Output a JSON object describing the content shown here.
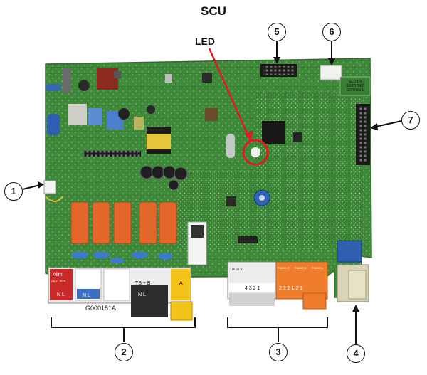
{
  "title": "SCU",
  "led_label": "LED",
  "callouts": [
    "1",
    "2",
    "3",
    "4",
    "5",
    "6",
    "7"
  ],
  "part_code": "G000151A",
  "board_tag": [
    "SCU D4",
    "300017865",
    "EDITION 1"
  ],
  "terminal_labels": {
    "alim": "Alim",
    "alim_sub": "230 V ~ 50 Hz",
    "rail_a": "N L",
    "rail_b": "N L",
    "ts_b": "TS + B",
    "rail_c": "N L",
    "rail_d": "A",
    "sensor_voltage": "0-10 V",
    "sensor_digits": "4 3 2 1",
    "samb_c": "S AMB C",
    "samb_b": "S AMB B",
    "samb_a": "S AMB A",
    "samb_digits": "2 1 2 1 2 1"
  },
  "colors": {
    "pcb": "#3f8a3a",
    "relay": "#e3672a",
    "terminal_red": "#c92b2b",
    "terminal_blue": "#3a6fc2",
    "terminal_yellow": "#f2c318",
    "terminal_orange": "#f07d2c",
    "led_ring": "#e21b1b"
  }
}
